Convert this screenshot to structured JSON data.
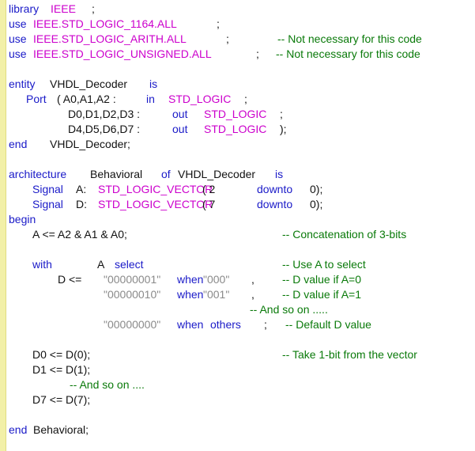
{
  "colors": {
    "keyword": "#1a1ac8",
    "text": "#111111",
    "library": "#cc00cc",
    "string": "#8a8a8a",
    "comment": "#0a7a0a",
    "gutter": "#f2f0a8",
    "background": "#ffffff"
  },
  "lines": [
    {
      "tokens": [
        {
          "c": "k",
          "t": "library"
        },
        {
          "c": "p",
          "t": "IEEE"
        },
        {
          "c": "t",
          "t": ";"
        }
      ]
    },
    {
      "tokens": [
        {
          "c": "k",
          "t": "use"
        },
        {
          "c": "p",
          "t": "IEEE.STD_LOGIC_1164.ALL"
        },
        {
          "c": "t",
          "t": ";"
        }
      ]
    },
    {
      "tokens": [
        {
          "c": "k",
          "t": "use"
        },
        {
          "c": "p",
          "t": "IEEE.STD_LOGIC_ARITH.ALL"
        },
        {
          "c": "t",
          "t": ";"
        },
        {
          "c": "c",
          "t": "-- Not necessary for this code"
        }
      ]
    },
    {
      "tokens": [
        {
          "c": "k",
          "t": "use"
        },
        {
          "c": "p",
          "t": "IEEE.STD_LOGIC_UNSIGNED.ALL"
        },
        {
          "c": "t",
          "t": ";"
        },
        {
          "c": "c",
          "t": "-- Not necessary for this code"
        }
      ]
    },
    {
      "tokens": [
        {
          "c": "k",
          "t": "entity"
        },
        {
          "c": "t",
          "t": "VHDL_Decoder"
        },
        {
          "c": "k",
          "t": "is"
        }
      ]
    },
    {
      "tokens": [
        {
          "c": "k",
          "t": "Port"
        },
        {
          "c": "t",
          "t": "( A0,A1,A2 :"
        },
        {
          "c": "k",
          "t": "in"
        },
        {
          "c": "p",
          "t": "STD_LOGIC"
        },
        {
          "c": "t",
          "t": ";"
        }
      ]
    },
    {
      "tokens": [
        {
          "c": "t",
          "t": "D0,D1,D2,D3 :"
        },
        {
          "c": "k",
          "t": "out"
        },
        {
          "c": "p",
          "t": "STD_LOGIC"
        },
        {
          "c": "t",
          "t": ";"
        }
      ]
    },
    {
      "tokens": [
        {
          "c": "t",
          "t": "D4,D5,D6,D7 :"
        },
        {
          "c": "k",
          "t": "out"
        },
        {
          "c": "p",
          "t": "STD_LOGIC"
        },
        {
          "c": "t",
          "t": ");"
        }
      ]
    },
    {
      "tokens": [
        {
          "c": "k",
          "t": "end"
        },
        {
          "c": "t",
          "t": "VHDL_Decoder;"
        }
      ]
    },
    {
      "tokens": [
        {
          "c": "k",
          "t": "architecture"
        },
        {
          "c": "t",
          "t": "Behavioral"
        },
        {
          "c": "k",
          "t": "of"
        },
        {
          "c": "t",
          "t": "VHDL_Decoder"
        },
        {
          "c": "k",
          "t": "is"
        }
      ]
    },
    {
      "tokens": [
        {
          "c": "k",
          "t": "Signal"
        },
        {
          "c": "t",
          "t": "A:"
        },
        {
          "c": "p",
          "t": "STD_LOGIC_VECTOR"
        },
        {
          "c": "t",
          "t": "( 2"
        },
        {
          "c": "k",
          "t": "downto"
        },
        {
          "c": "t",
          "t": "0);"
        }
      ]
    },
    {
      "tokens": [
        {
          "c": "k",
          "t": "Signal"
        },
        {
          "c": "t",
          "t": "D:"
        },
        {
          "c": "p",
          "t": "STD_LOGIC_VECTOR"
        },
        {
          "c": "t",
          "t": "( 7"
        },
        {
          "c": "k",
          "t": "downto"
        },
        {
          "c": "t",
          "t": "0);"
        }
      ]
    },
    {
      "tokens": [
        {
          "c": "k",
          "t": "begin"
        }
      ]
    },
    {
      "tokens": [
        {
          "c": "t",
          "t": "A <= A2 & A1 & A0;"
        },
        {
          "c": "c",
          "t": "-- Concatenation of 3-bits"
        }
      ]
    },
    {
      "tokens": [
        {
          "c": "k",
          "t": "with"
        },
        {
          "c": "t",
          "t": "A"
        },
        {
          "c": "k",
          "t": "select"
        },
        {
          "c": "c",
          "t": "-- Use A to select"
        }
      ]
    },
    {
      "tokens": [
        {
          "c": "t",
          "t": "D <="
        },
        {
          "c": "s",
          "t": "\"00000001\""
        },
        {
          "c": "k",
          "t": "when"
        },
        {
          "c": "s",
          "t": "\"000\""
        },
        {
          "c": "t",
          "t": ","
        },
        {
          "c": "c",
          "t": "-- D value if A=0"
        }
      ]
    },
    {
      "tokens": [
        {
          "c": "s",
          "t": "\"00000010\""
        },
        {
          "c": "k",
          "t": "when"
        },
        {
          "c": "s",
          "t": "\"001\""
        },
        {
          "c": "t",
          "t": ","
        },
        {
          "c": "c",
          "t": "-- D value if A=1"
        }
      ]
    },
    {
      "tokens": [
        {
          "c": "c",
          "t": "-- And so on ....."
        }
      ]
    },
    {
      "tokens": [
        {
          "c": "s",
          "t": "\"00000000\""
        },
        {
          "c": "k",
          "t": "when"
        },
        {
          "c": "k",
          "t": "others"
        },
        {
          "c": "t",
          "t": ";"
        },
        {
          "c": "c",
          "t": "-- Default D value"
        }
      ]
    },
    {
      "tokens": [
        {
          "c": "t",
          "t": "D0 <= D(0);"
        },
        {
          "c": "c",
          "t": "-- Take 1-bit from the vector"
        }
      ]
    },
    {
      "tokens": [
        {
          "c": "t",
          "t": "D1 <= D(1);"
        }
      ]
    },
    {
      "tokens": [
        {
          "c": "c",
          "t": "-- And so on ...."
        }
      ]
    },
    {
      "tokens": [
        {
          "c": "t",
          "t": "D7 <= D(7);"
        }
      ]
    },
    {
      "tokens": [
        {
          "c": "k",
          "t": "end"
        },
        {
          "c": "t",
          "t": "Behavioral;"
        }
      ]
    }
  ]
}
